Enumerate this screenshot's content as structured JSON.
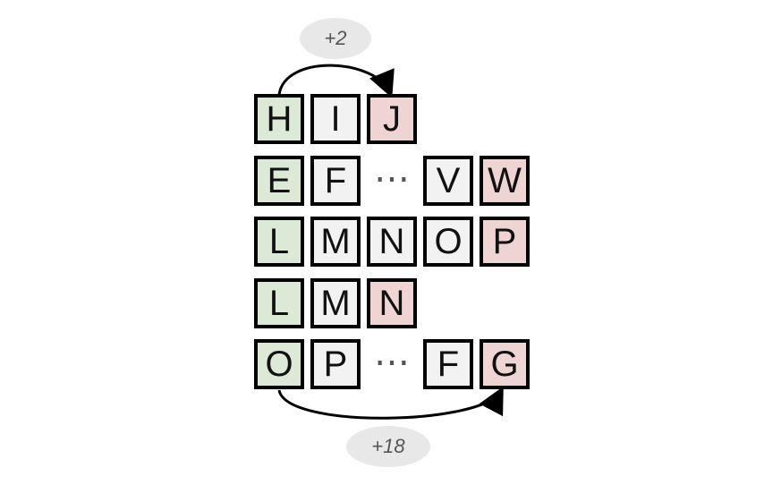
{
  "colors": {
    "plain": "#f2f2f2",
    "source": "#dbe9d6",
    "target": "#efd4d4",
    "stroke": "#000000",
    "pill": "#e8e8e8"
  },
  "shift_labels": {
    "top": "+2",
    "bottom": "+18"
  },
  "ellipsis": "⋯",
  "rows": [
    {
      "tiles": [
        {
          "letter": "H",
          "role": "source"
        },
        {
          "letter": "I",
          "role": "plain"
        },
        {
          "letter": "J",
          "role": "target"
        }
      ]
    },
    {
      "tiles": [
        {
          "letter": "E",
          "role": "source"
        },
        {
          "letter": "F",
          "role": "plain"
        },
        {
          "ellipsis": true
        },
        {
          "letter": "V",
          "role": "plain"
        },
        {
          "letter": "W",
          "role": "target"
        }
      ]
    },
    {
      "tiles": [
        {
          "letter": "L",
          "role": "source"
        },
        {
          "letter": "M",
          "role": "plain"
        },
        {
          "letter": "N",
          "role": "plain"
        },
        {
          "letter": "O",
          "role": "plain"
        },
        {
          "letter": "P",
          "role": "target"
        }
      ]
    },
    {
      "tiles": [
        {
          "letter": "L",
          "role": "source"
        },
        {
          "letter": "M",
          "role": "plain"
        },
        {
          "letter": "N",
          "role": "target"
        }
      ]
    },
    {
      "tiles": [
        {
          "letter": "O",
          "role": "source"
        },
        {
          "letter": "P",
          "role": "plain"
        },
        {
          "ellipsis": true
        },
        {
          "letter": "F",
          "role": "plain"
        },
        {
          "letter": "G",
          "role": "target"
        }
      ]
    }
  ]
}
